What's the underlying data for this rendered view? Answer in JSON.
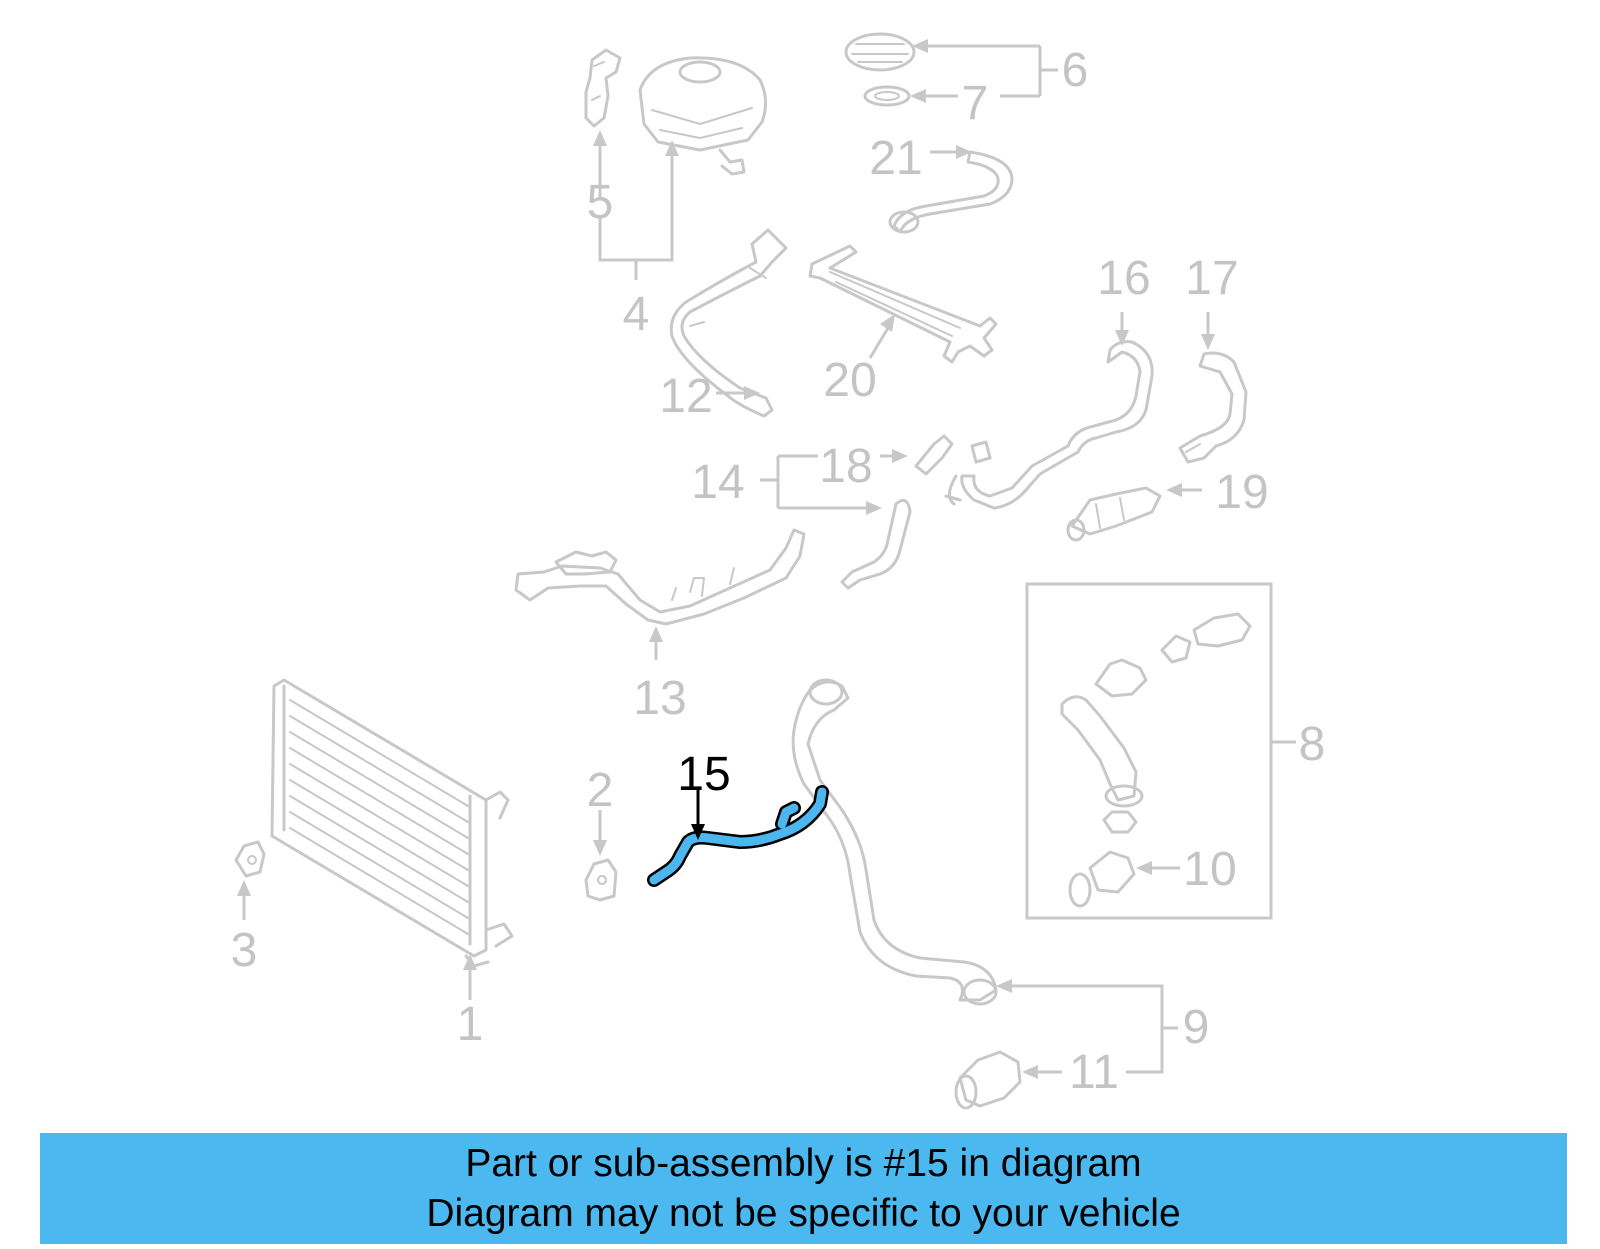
{
  "diagram": {
    "callouts": {
      "c1": "1",
      "c2": "2",
      "c3": "3",
      "c4": "4",
      "c5": "5",
      "c6": "6",
      "c7": "7",
      "c8": "8",
      "c9": "9",
      "c10": "10",
      "c11": "11",
      "c12": "12",
      "c13": "13",
      "c14": "14",
      "c15": "15",
      "c16": "16",
      "c17": "17",
      "c18": "18",
      "c19": "19",
      "c20": "20",
      "c21": "21"
    },
    "highlighted_part": "15",
    "colors": {
      "highlight": "#4cb7ef",
      "parts": "#c8c8c8",
      "banner": "#4cb8f0"
    }
  },
  "banner": {
    "line1": "Part or sub-assembly is #15 in diagram",
    "line2": "Diagram may not be specific to your vehicle"
  }
}
